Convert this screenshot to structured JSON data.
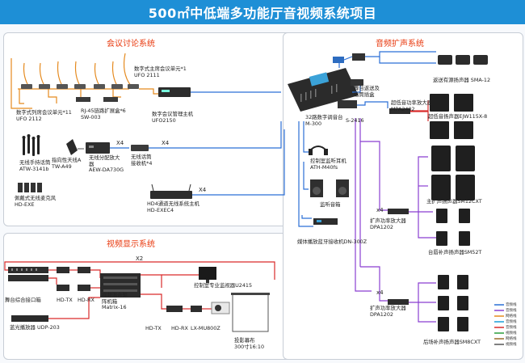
{
  "title": "500㎡中低端多功能厅音视频系统项目",
  "colors": {
    "header": "#1e8fd6",
    "section_title": "#e8380d",
    "orange": "#e58a1f",
    "blue": "#2b6fd6",
    "red": "#d92b2b",
    "purple": "#8a3fd1"
  },
  "sections": {
    "conference": "会议讨论系统",
    "video": "视频显示系统",
    "audio": "音频扩声系统"
  },
  "conference": {
    "delegate_unit": "数字式列席会议单元*11\nUFO 2112",
    "chairman_unit": "数字式主席会议单元*1\nUFO 2111",
    "extender": "RJ-45链路扩展盒*6\nSW-003",
    "host": "数字会议管理主机\nUFO2150",
    "handheld_mic": "无线手持话筒\nATW-3141b",
    "antenna": "指向性天线A\nTW-A49",
    "splitter": "无线分配放大\n器\nAEW-DA730G",
    "receiver": "无线话筒\n接收机*4",
    "lapel_mic": "佩戴式无线麦克风\nHD-EXE",
    "wireless_host": "HD4通道无线系统主机\nHD-EXEC4",
    "x4_a": "X4",
    "x4_b": "X4",
    "x4_c": "X4"
  },
  "audio": {
    "mixer": "32路数字调音台\nM-300",
    "headphones": "控制室监听耳机\nATH-M40fs",
    "monitor_speakers": "监听音箱",
    "bluetooth": "媒体播放蓝牙接收机DN-300Z",
    "stage_return": "舞台返送及\n话筒插盒",
    "return_speaker": "返送有源扬声器 SMA-12",
    "stagebox": "S-2416",
    "sub_amp": "超低音功率放大器\nMPA2402",
    "subwoofer": "超低音扬声器EJW115X-8",
    "main_speaker": "主扩声扬声器SM12CXT",
    "amp1": "扩声功率放大器\nDPA1202",
    "fill_speaker": "台唇补声扬声器SM52T",
    "amp2": "扩声功率放大器\nDPA1202",
    "rear_speaker": "后场补声扬声器SM8CXT",
    "x4_d": "x4",
    "x4_e": "x4"
  },
  "video": {
    "stage_box": "舞台综合接口箱",
    "hdtx1": "HD-TX",
    "hdrx1": "HD-RX",
    "matrix": "视频混合矩\n阵机箱\nMatrix-16",
    "monitor": "控制室专业监视器U2415",
    "bluray": "蓝光播放器 UDP-203",
    "hdtx2": "HD-TX",
    "hdrx2": "HD-RX",
    "projector": "LX-MU800Z",
    "screen": "投影幕布\n300寸16:10",
    "x2": "X2"
  },
  "legend": [
    {
      "label": "音频线",
      "color": "#2b6fd6"
    },
    {
      "label": "音频线",
      "color": "#8a3fd1"
    },
    {
      "label": "网络线",
      "color": "#e58a1f"
    },
    {
      "label": "音频线",
      "color": "#1a9dd9"
    },
    {
      "label": "音频线",
      "color": "#d92b2b"
    },
    {
      "label": "视频线",
      "color": "#2a9d3c"
    },
    {
      "label": "网络线",
      "color": "#9a6a2a"
    },
    {
      "label": "视频线",
      "color": "#555555"
    }
  ]
}
